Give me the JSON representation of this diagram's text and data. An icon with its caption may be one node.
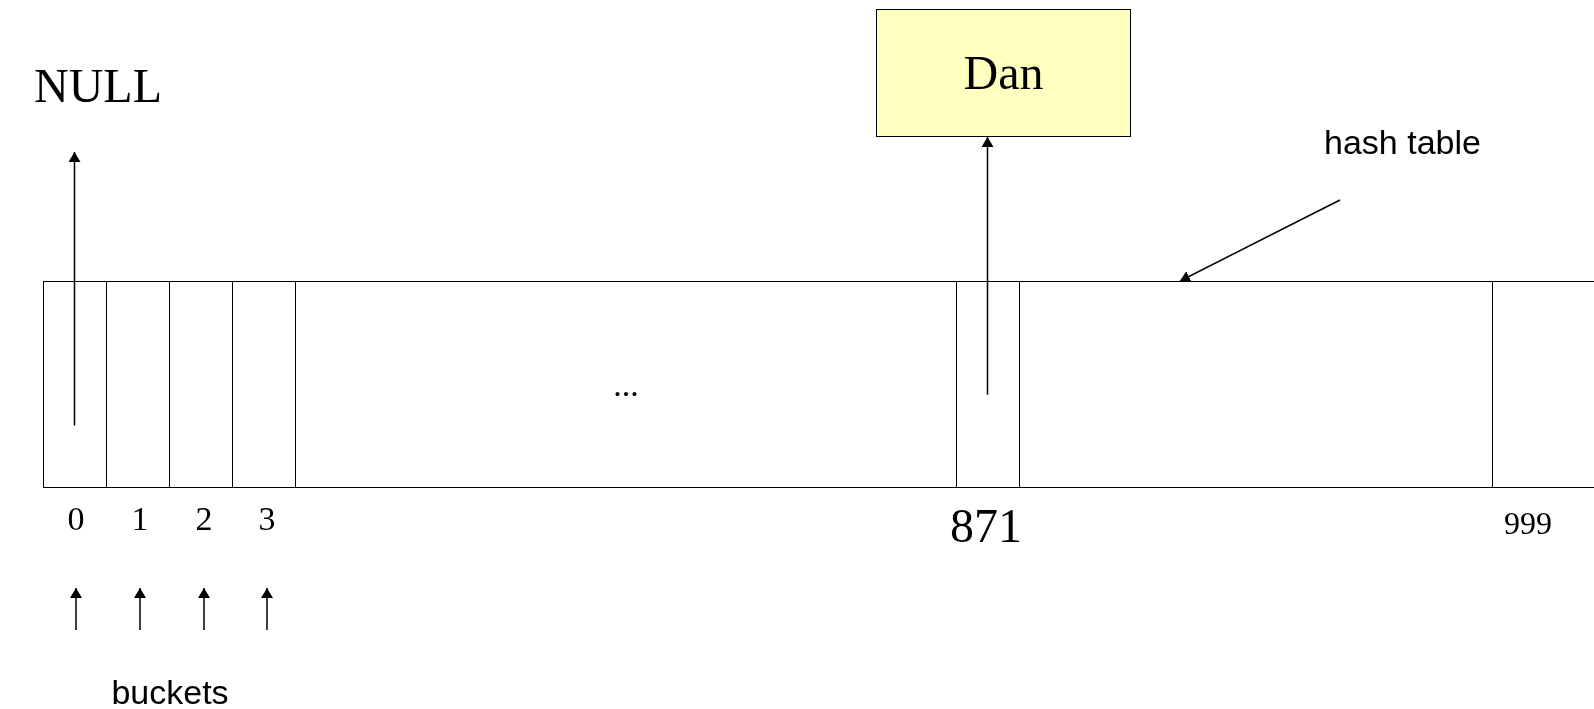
{
  "diagram": {
    "nodes": [
      {
        "text": [
          "NULL"
        ]
      },
      {
        "text": [
          "Dan"
        ]
      },
      {
        "text": [
          "hash table"
        ]
      },
      {
        "text": [],
        "shape": "box"
      },
      {
        "text": [],
        "shape": "box",
        "in": 3
      },
      {
        "text": [],
        "shape": "box",
        "in": 3
      },
      {
        "text": [],
        "shape": "box",
        "in": 3
      },
      {
        "text": [],
        "shape": "box",
        "in": 3
      },
      {
        "text": [
          "..."
        ],
        "in": 3
      },
      {
        "text": [],
        "shape": "box",
        "in": 3
      },
      {
        "text": [],
        "shape": "box",
        "in": 3
      },
      {
        "text": [],
        "shape": "box",
        "in": 3
      },
      {
        "text": [
          "0"
        ]
      },
      {
        "text": [
          "1"
        ]
      },
      {
        "text": [
          "2"
        ]
      },
      {
        "text": [
          "3"
        ]
      },
      {
        "text": [
          "buckets"
        ]
      }
    ],
    "edges": [
      {
        "from": 4,
        "to": 0,
        "arrow": "to"
      },
      {
        "from": 9,
        "to": 1,
        "arrow": "to"
      },
      {
        "from": 2,
        "to": 3,
        "arrow": "to"
      },
      {
        "from": 16,
        "to": 12,
        "arrow": "to"
      },
      {
        "from": 16,
        "to": 13,
        "arrow": "to"
      },
      {
        "from": 16,
        "to": 14,
        "arrow": "to"
      },
      {
        "from": 16,
        "to": 15,
        "arrow": "to"
      }
    ],
    "labels": [
      "871",
      "999"
    ]
  }
}
